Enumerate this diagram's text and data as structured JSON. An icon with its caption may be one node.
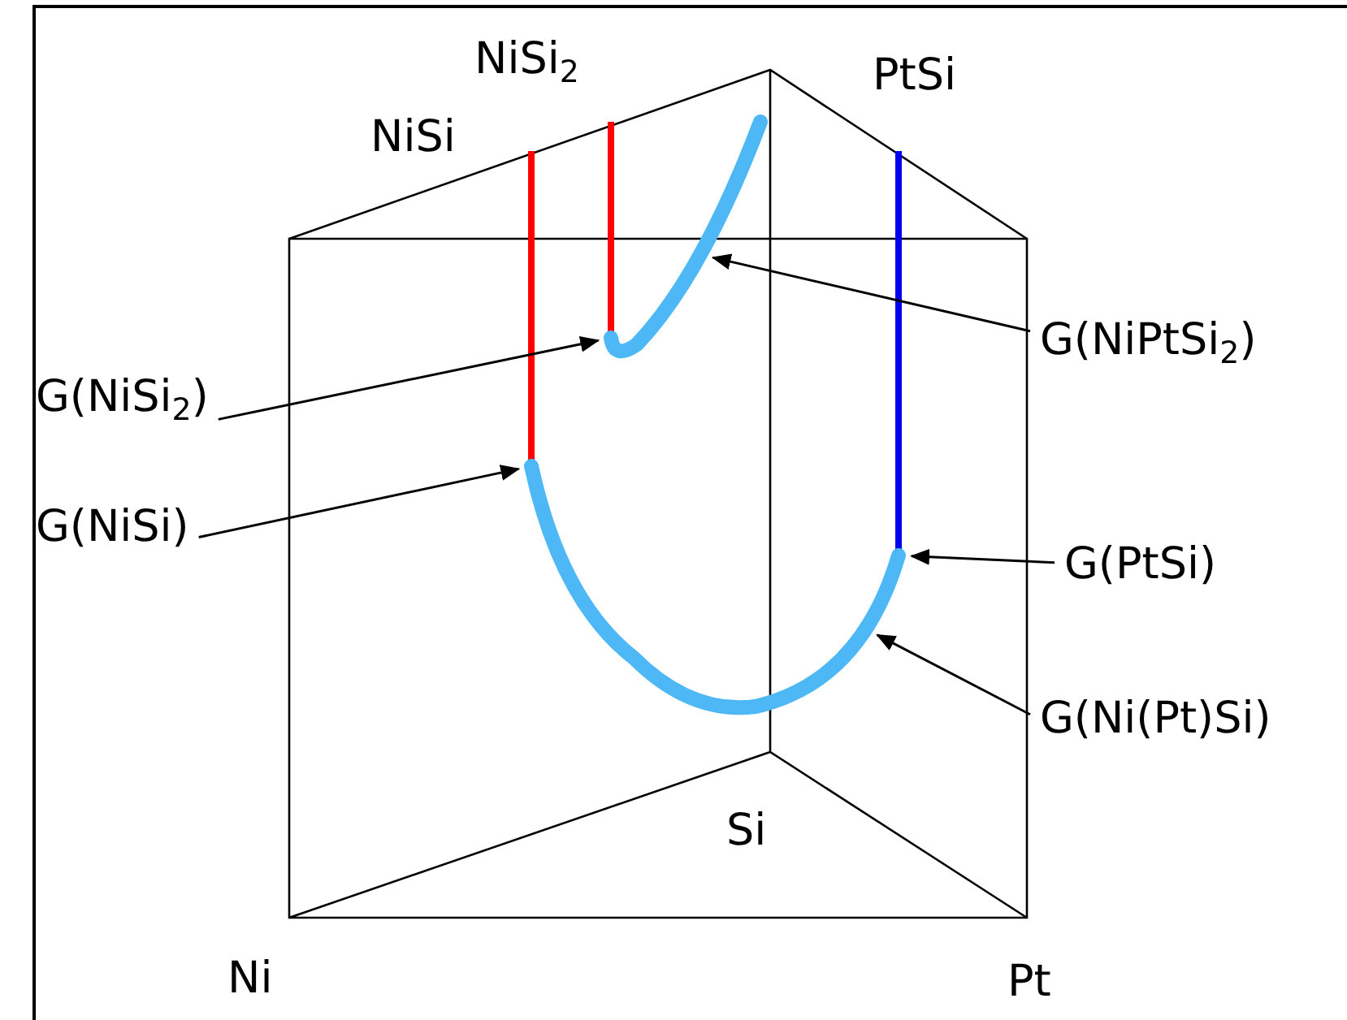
{
  "diagram": {
    "nodes": [
      {
        "text": [
          "G(NiSi$_{2}$)"
        ]
      },
      {
        "text": [
          "G(NiSi)"
        ]
      },
      {
        "text": [
          "G(NiPtSi$_{2}$)"
        ]
      },
      {
        "text": [
          "G(PtSi)"
        ]
      },
      {
        "text": [
          "G(Ni(Pt)Si)"
        ]
      },
      {
        "text": [],
        "shape": "curve"
      },
      {
        "text": [],
        "shape": "curve"
      }
    ],
    "edges": [
      {
        "from": 0,
        "to": 5,
        "arrow": "to"
      },
      {
        "from": 1,
        "to": 6,
        "arrow": "to"
      },
      {
        "from": 2,
        "to": 5,
        "arrow": "to"
      },
      {
        "from": 3,
        "to": 6,
        "arrow": "to"
      },
      {
        "from": 4,
        "to": 6,
        "arrow": "to"
      }
    ],
    "labels": [
      "NiSi$_{2}$",
      "NiSi",
      "PtSi",
      "Si",
      "Ni",
      "Pt"
    ]
  }
}
